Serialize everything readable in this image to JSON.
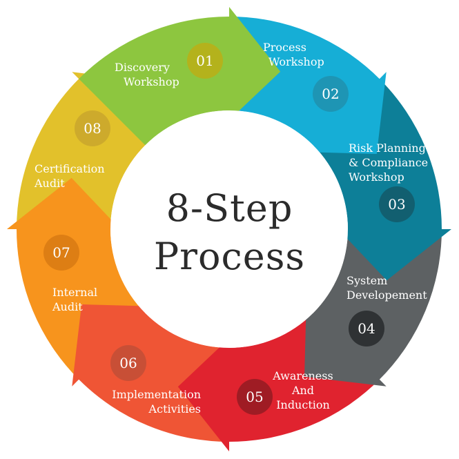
{
  "title": {
    "line1": "8-Step",
    "line2": "Process"
  },
  "steps": [
    {
      "number": "01",
      "lines": [
        "Discovery",
        "Workshop"
      ],
      "color": "#8dc63f",
      "badge_color": "#b4b21c"
    },
    {
      "number": "02",
      "lines": [
        "Process",
        "Workshop"
      ],
      "color": "#16aed6",
      "badge_color": "#1e95b4"
    },
    {
      "number": "03",
      "lines": [
        "Risk Planning",
        "& Compliance",
        "Workshop"
      ],
      "color": "#0d7f98",
      "badge_color": "#125f70"
    },
    {
      "number": "04",
      "lines": [
        "System",
        "Developement"
      ],
      "color": "#5d6163",
      "badge_color": "#2f3234"
    },
    {
      "number": "05",
      "lines": [
        "Awareness",
        "And",
        "Induction"
      ],
      "color": "#e0232f",
      "badge_color": "#9f1c24"
    },
    {
      "number": "06",
      "lines": [
        "Implementation",
        "Activities"
      ],
      "color": "#ef5535",
      "badge_color": "#c84f36"
    },
    {
      "number": "07",
      "lines": [
        "Internal",
        "Audit"
      ],
      "color": "#f7941d",
      "badge_color": "#dd7e14"
    },
    {
      "number": "08",
      "lines": [
        "Certification",
        "Audit"
      ],
      "color": "#e2c12b",
      "badge_color": "#cdaa2c"
    }
  ]
}
